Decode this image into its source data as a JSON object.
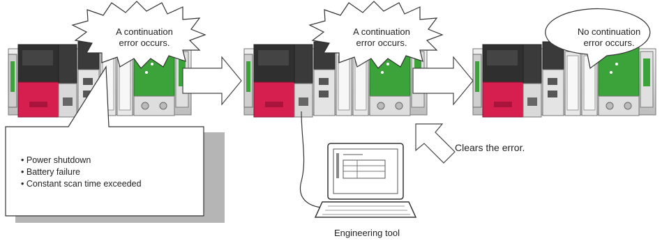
{
  "burst_left": {
    "lines": [
      "A continuation",
      "error occurs."
    ]
  },
  "burst_middle": {
    "lines": [
      "A continuation",
      "error occurs."
    ]
  },
  "bubble_right": {
    "lines": [
      "No continuation",
      "error occurs."
    ]
  },
  "causes": {
    "items": [
      "Power shutdown",
      "Battery failure",
      "Constant scan time exceeded"
    ]
  },
  "clear_label": "Clears the error.",
  "tool_label": "Engineering tool",
  "colors": {
    "cpu_red": "#d61f4f",
    "module_green": "#3ba33a",
    "module_dark": "#3a3a3a",
    "module_light": "#d9d9d9",
    "outline": "#555555",
    "shadow": "#b5b5b5"
  }
}
